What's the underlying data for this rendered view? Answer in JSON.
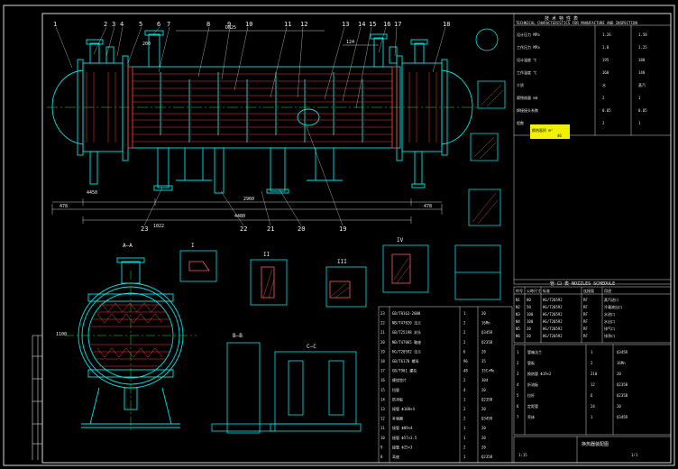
{
  "colors": {
    "background": "#000000",
    "frame": "#d8d8d8",
    "geometry": "#00e5e5",
    "tubes": "#ff3b3b",
    "hatch": "#ff5a5a",
    "text": "#e8e8e8",
    "leader": "#c8c8c8",
    "highlight": "#f2f200",
    "green": "#33dd33",
    "magenta": "#ff44ff"
  },
  "balloons": [
    "1",
    "2",
    "3",
    "4",
    "5",
    "6",
    "7",
    "8",
    "9",
    "10",
    "11",
    "12",
    "13",
    "14",
    "15",
    "16",
    "17",
    "18"
  ],
  "lower_balloons": [
    "23",
    "22",
    "21",
    "20",
    "19"
  ],
  "dimensions": {
    "overall": "4480",
    "left_a": "478",
    "right_a": "478",
    "left_b": "1022",
    "inner_span": "2960",
    "height_c": "1100",
    "top_pipe": "DN25",
    "ref_a": "200",
    "ref_b": "124",
    "ref_c": "4450"
  },
  "section_labels": {
    "a_a": "A—A",
    "b_b": "B—B",
    "c_c": "C—C",
    "i": "I",
    "ii": "II",
    "iii": "III",
    "iv": "IV"
  },
  "spec_block": {
    "title": "技 术 特 性 表",
    "subtitle": "TECHNICAL CHARACTERISTICS FOR MANUFACTURE AND INSPECTION",
    "rows": [
      [
        "设计压力 MPa",
        "1.26",
        "1.58"
      ],
      [
        "工作压力 MPa",
        "1.0",
        "1.25"
      ],
      [
        "设计温度 ℃",
        "195",
        "180"
      ],
      [
        "工作温度 ℃",
        "160",
        "140"
      ],
      [
        "介质",
        "水",
        "蒸汽"
      ],
      [
        "腐蚀裕量 mm",
        "2",
        "1"
      ],
      [
        "焊接接头系数",
        "0.85",
        "0.85"
      ],
      [
        "程数",
        "2",
        "1"
      ]
    ],
    "highlight_a": "换热面积 m²",
    "highlight_b": "46"
  },
  "nozzle_schedule": {
    "title": "管 口 表  NOZZLES SCHEDULE",
    "headers": [
      "符号",
      "公称尺寸",
      "标准",
      "连接面",
      "用途"
    ],
    "rows": [
      [
        "N1",
        "80",
        "HG/T20592",
        "RF",
        "蒸汽进口"
      ],
      [
        "N2",
        "50",
        "HG/T20592",
        "RF",
        "冷凝液出口"
      ],
      [
        "N3",
        "100",
        "HG/T20592",
        "RF",
        "水进口"
      ],
      [
        "N4",
        "100",
        "HG/T20592",
        "RF",
        "水出口"
      ],
      [
        "N5",
        "20",
        "HG/T20592",
        "RF",
        "排气口"
      ],
      [
        "N6",
        "20",
        "HG/T20592",
        "RF",
        "排净口"
      ]
    ]
  },
  "bom_right": [
    [
      "1",
      "管箱法兰",
      "1",
      "Q345R"
    ],
    [
      "2",
      "管板",
      "2",
      "16Mn"
    ],
    [
      "3",
      "换热管 Φ19×2",
      "210",
      "20"
    ],
    [
      "4",
      "折流板",
      "12",
      "Q235B"
    ],
    [
      "5",
      "拉杆",
      "6",
      "Q235B"
    ],
    [
      "6",
      "定距管",
      "24",
      "20"
    ],
    [
      "7",
      "壳体",
      "1",
      "Q345R"
    ]
  ],
  "bom_left": [
    [
      "23",
      "GB/T8163-2008",
      "1",
      "20"
    ],
    [
      "22",
      "NB/T47020 法兰",
      "2",
      "16Mn"
    ],
    [
      "21",
      "GB/T25198 封头",
      "2",
      "Q345R"
    ],
    [
      "20",
      "NB/T47065 鞍座",
      "2",
      "Q235B"
    ],
    [
      "19",
      "HG/T20592 法兰",
      "6",
      "20"
    ],
    [
      "18",
      "GB/T6170 螺母",
      "96",
      "35"
    ],
    [
      "17",
      "GB/T901 螺柱",
      "48",
      "35CrMo"
    ],
    [
      "16",
      "缠绕垫片",
      "2",
      "304"
    ],
    [
      "15",
      "挡管",
      "4",
      "20"
    ],
    [
      "14",
      "防冲板",
      "1",
      "Q235B"
    ],
    [
      "13",
      "接管 Φ108×4",
      "2",
      "20"
    ],
    [
      "12",
      "补强圈",
      "2",
      "Q345R"
    ],
    [
      "11",
      "接管 Φ89×4",
      "1",
      "20"
    ],
    [
      "10",
      "接管 Φ57×3.5",
      "1",
      "20"
    ],
    [
      "9",
      "接管 Φ25×3",
      "2",
      "20"
    ],
    [
      "8",
      "耳座",
      "1",
      "Q235B"
    ]
  ],
  "title_block": {
    "name": "换热器装配图",
    "scale": "1:15",
    "sheet": "1/1"
  }
}
